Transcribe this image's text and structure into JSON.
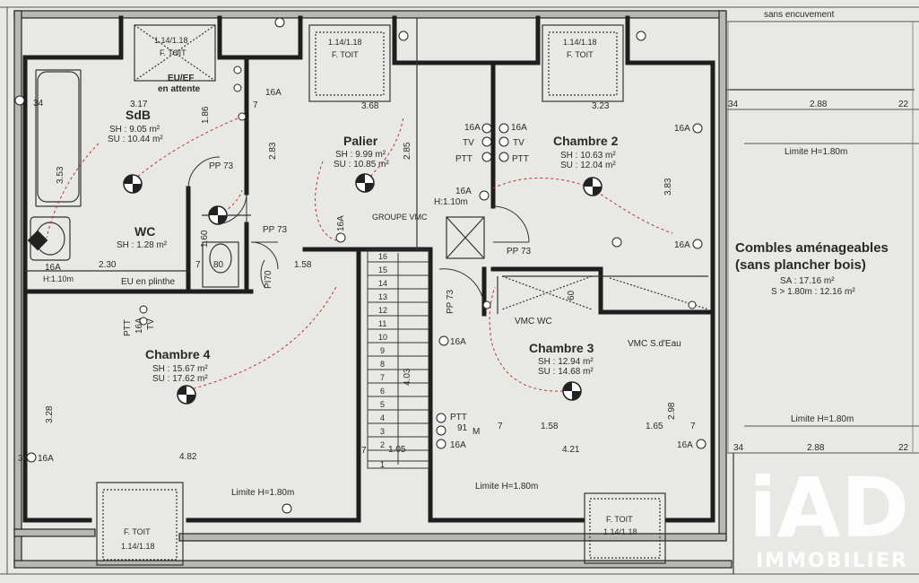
{
  "rooms": {
    "sdb": {
      "name": "SdB",
      "sh": "SH : 9.05 m²",
      "su": "SU : 10.44 m²"
    },
    "wc": {
      "name": "WC",
      "sh": "SH : 1.28 m²"
    },
    "palier": {
      "name": "Palier",
      "sh": "SH : 9.99 m²",
      "su": "SU : 10.85 m²"
    },
    "chambre2": {
      "name": "Chambre 2",
      "sh": "SH : 10.63 m²",
      "su": "SU : 12.04 m²"
    },
    "chambre3": {
      "name": "Chambre 3",
      "sh": "SH : 12.94 m²",
      "su": "SU : 14.68 m²"
    },
    "chambre4": {
      "name": "Chambre 4",
      "sh": "SH : 15.67 m²",
      "su": "SU : 17.62 m²"
    },
    "combles": {
      "name1": "Combles aménageables",
      "name2": "(sans plancher bois)",
      "sa": "SA : 17.16 m²",
      "s": "S > 1.80m : 12.16 m²"
    }
  },
  "notes": {
    "sans_encuvement": "sans encuvement",
    "eu_ef": "EU/EF",
    "en_attente": "en attente",
    "eu_plinthe": "EU en plinthe",
    "h110": "H:1.10m",
    "vmc_wc": "VMC WC",
    "vmc_sdeau": "VMC S.d'Eau",
    "groupe_vmc": "GROUPE VMC",
    "limite_1": "Limite H=1.80m",
    "limite_2": "Limite H=1.80m",
    "limite_3": "Limite H=1.80m",
    "limite_4": "Limite H=1.80m"
  },
  "roof_windows": [
    {
      "size": "1.14/1.18",
      "label": "F. TOIT"
    },
    {
      "size": "1.14/1.18",
      "label": "F. TOIT"
    },
    {
      "size": "1.14/1.18",
      "label": "F. TOIT"
    },
    {
      "size": "1.14/1.18",
      "label": "F. TOIT"
    },
    {
      "size": "1.14/1.18",
      "label": "F. TOIT"
    }
  ],
  "doors": {
    "pp73": "PP 73",
    "pi70": "PI70",
    "pp73v": "PP 73"
  },
  "dims": {
    "d317": "3.17",
    "d368": "3.68",
    "d323": "3.23",
    "d288a": "2.88",
    "d288b": "2.88",
    "d34a": "34",
    "d34b": "34",
    "d34c": "34",
    "d34d": "34",
    "d22a": "22",
    "d22b": "22",
    "d186": "1.86",
    "d283": "2.83",
    "d285": "2.85",
    "d353": "3.53",
    "d383": "3.83",
    "d160": "1.60",
    "d80": "80",
    "d230": "2.30",
    "d158a": "1.58",
    "d158b": "1.58",
    "d165": "1.65",
    "d421": "4.21",
    "d482": "4.82",
    "d328": "3.28",
    "d298": "2.98",
    "d403": "4.03",
    "d105": "1.05",
    "d60": "60",
    "d91": "91",
    "d7": "7"
  },
  "electrical": {
    "a16": "16A",
    "tv": "TV",
    "ptt": "PTT",
    "m": "M"
  },
  "stairs": [
    "16",
    "15",
    "14",
    "13",
    "12",
    "11",
    "10",
    "9",
    "8",
    "7",
    "6",
    "5",
    "4",
    "3",
    "2",
    "1"
  ],
  "brand": {
    "logo": "iAD",
    "sub": "IMMOBILIER"
  }
}
